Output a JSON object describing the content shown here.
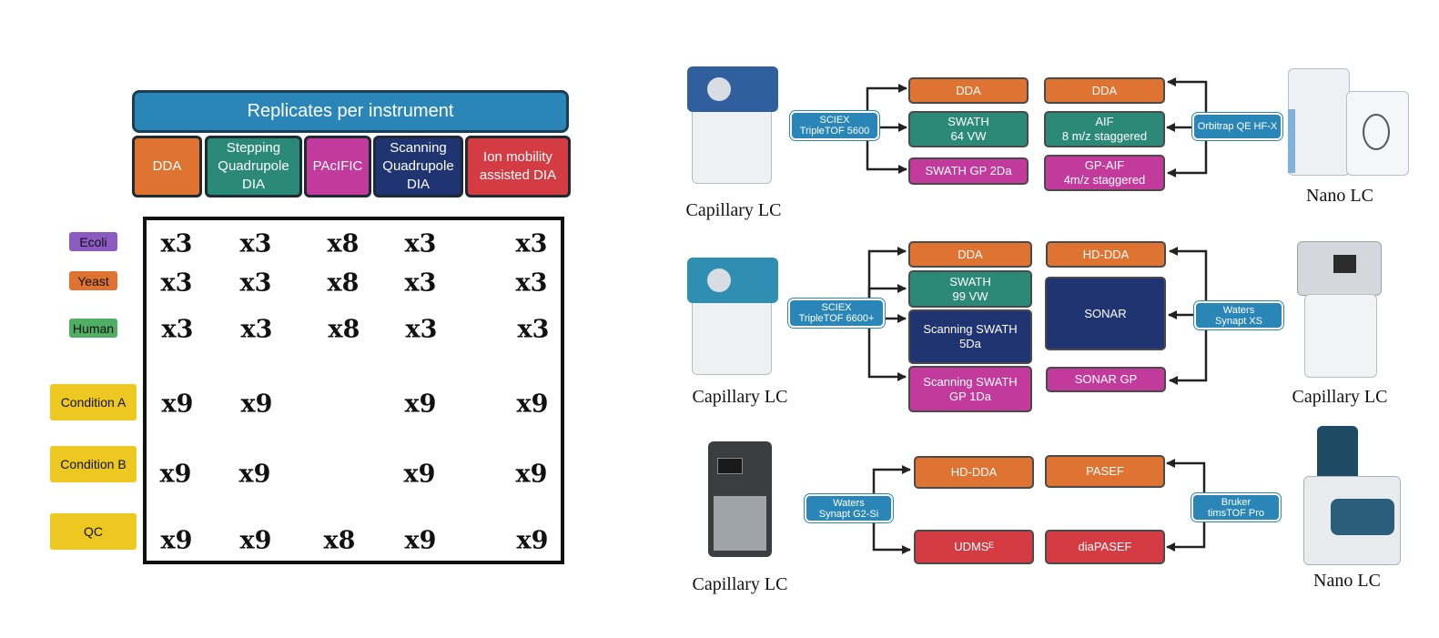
{
  "colors": {
    "orange": "#df7432",
    "teal": "#2b8a77",
    "magenta": "#c23a9c",
    "navy": "#1f3470",
    "red": "#d43b43",
    "blue": "#2a86b7",
    "purple": "#8c5bc2",
    "green": "#4fae63",
    "yellow": "#ecc820"
  },
  "left": {
    "title": "Replicates per instrument",
    "methods": [
      {
        "label": "DDA",
        "color": "#df7432"
      },
      {
        "label": "Stepping\nQuadrupole\nDIA",
        "color": "#2b8a77"
      },
      {
        "label": "PAcIFIC",
        "color": "#c23a9c"
      },
      {
        "label": "Scanning\nQuadrupole\nDIA",
        "color": "#1f3470"
      },
      {
        "label": "Ion mobility\nassisted DIA",
        "color": "#d43b43"
      }
    ],
    "rows": [
      {
        "label": "Ecoli",
        "color": "#8c5bc2",
        "values": [
          "x3",
          "x3",
          "x8",
          "x3",
          "x3"
        ]
      },
      {
        "label": "Yeast",
        "color": "#df7432",
        "values": [
          "x3",
          "x3",
          "x8",
          "x3",
          "x3"
        ]
      },
      {
        "label": "Human",
        "color": "#4fae63",
        "values": [
          "x3",
          "x3",
          "x8",
          "x3",
          "x3"
        ]
      },
      {
        "label": "Condition A",
        "color": "#ecc820",
        "values": [
          "x9",
          "x9",
          "",
          "x9",
          "x9"
        ]
      },
      {
        "label": "Condition B",
        "color": "#ecc820",
        "values": [
          "x9",
          "x9",
          "",
          "x9",
          "x9"
        ]
      },
      {
        "label": "QC",
        "color": "#ecc820",
        "values": [
          "x9",
          "x9",
          "x8",
          "x9",
          "x9"
        ]
      }
    ]
  },
  "right": {
    "sections": [
      {
        "left_label": "Capillary LC",
        "right_label": "Nano LC",
        "left_badge": "SCIEX\nTripleTOF 5600",
        "right_badge": "Orbitrap QE HF-X",
        "left_boxes": [
          {
            "label": "DDA",
            "color": "#df7432"
          },
          {
            "label": "SWATH\n64 VW",
            "color": "#2b8a77"
          },
          {
            "label": "SWATH GP 2Da",
            "color": "#c23a9c"
          }
        ],
        "right_boxes": [
          {
            "label": "DDA",
            "color": "#df7432"
          },
          {
            "label": "AIF\n8 m/z staggered",
            "color": "#2b8a77"
          },
          {
            "label": "GP-AIF\n4m/z staggered",
            "color": "#c23a9c"
          }
        ]
      },
      {
        "left_label": "Capillary LC",
        "right_label": "Capillary LC",
        "left_badge": "SCIEX\nTripleTOF 6600+",
        "right_badge": "Waters\nSynapt XS",
        "left_boxes": [
          {
            "label": "DDA",
            "color": "#df7432"
          },
          {
            "label": "SWATH\n99 VW",
            "color": "#2b8a77"
          },
          {
            "label": "Scanning SWATH\n5Da",
            "color": "#1f3470"
          },
          {
            "label": "Scanning SWATH\nGP 1Da",
            "color": "#c23a9c"
          }
        ],
        "right_boxes": [
          {
            "label": "HD-DDA",
            "color": "#df7432"
          },
          {
            "label": "SONAR",
            "color": "#1f3470"
          },
          {
            "label": "SONAR GP",
            "color": "#c23a9c"
          }
        ]
      },
      {
        "left_label": "Capillary LC",
        "right_label": "Nano LC",
        "left_badge": "Waters\nSynapt G2-Si",
        "right_badge": "Bruker\ntimsTOF Pro",
        "left_boxes": [
          {
            "label": "HD-DDA",
            "color": "#df7432"
          },
          {
            "label": "UDMSᴱ",
            "color": "#d43b43"
          }
        ],
        "right_boxes": [
          {
            "label": "PASEF",
            "color": "#df7432"
          },
          {
            "label": "diaPASEF",
            "color": "#d43b43"
          }
        ]
      }
    ]
  }
}
